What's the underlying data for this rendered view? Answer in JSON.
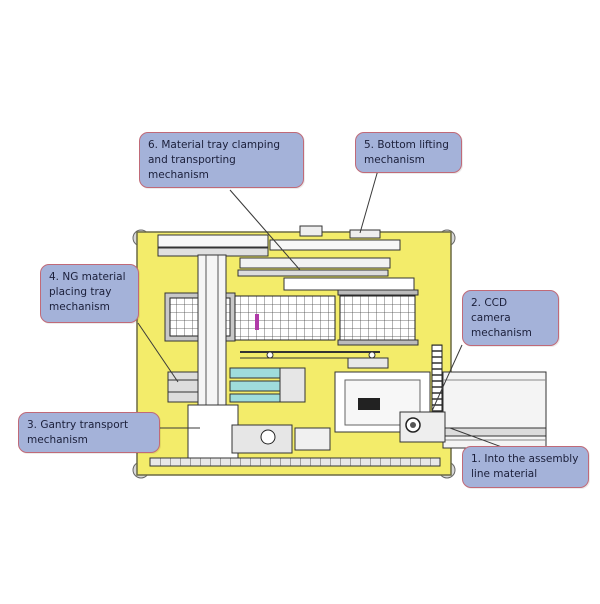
{
  "colors": {
    "plate": "#f3ec6a",
    "plate_edge": "#6b6a45",
    "callout_fill": "#a4b2d9",
    "callout_border": "#c06a78",
    "line": "#3d3d3d",
    "conveyor": "#f4f4f4",
    "glass": "#9fdcdc"
  },
  "callouts": {
    "tray_clamping": "6. Material tray clamping\nand transporting\nmechanism",
    "bottom_lifting": "5. Bottom lifting\nmechanism",
    "ng_tray": "4. NG material\nplacing tray\nmechanism",
    "ccd_camera": "2. CCD camera\nmechanism",
    "gantry": "3. Gantry transport\nmechanism",
    "assembly_line": "1. Into the assembly\nline material"
  }
}
